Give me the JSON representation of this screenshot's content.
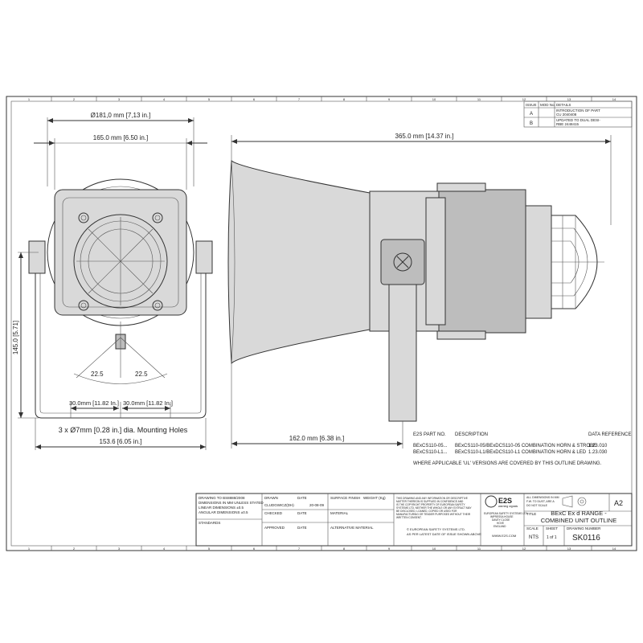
{
  "dimensions": {
    "flange_dia": "Ø181,0 mm [7,13 in.]",
    "body_width": "165.0 mm [6.50 in.]",
    "total_length": "365.0 mm [14.37 in.]",
    "height": "145.0 [5.71]",
    "angle_left": "22.5",
    "angle_right": "22.5",
    "hole_spacing_left": "30.0mm [11.82 In.]",
    "hole_spacing_right": "30.0mm [11.82 In.]",
    "mounting_holes": "3 x Ø7mm [0.28 in.] dia. Mounting Holes",
    "bracket_width": "153.6 [6.05 in.]",
    "bracket_offset": "162.0 mm [6.38 in.]"
  },
  "grid_numbers": [
    "1",
    "2",
    "3",
    "4",
    "5",
    "6",
    "7",
    "8",
    "9",
    "10",
    "11",
    "12",
    "13",
    "14"
  ],
  "revisions": {
    "headers": [
      "ISSUE",
      "MOD No.",
      "DETAILS"
    ],
    "rows": [
      {
        "issue": "A",
        "mod": "",
        "details_1": "INTRODUCTION OF PART",
        "details_2": "CU 2040408"
      },
      {
        "issue": "B",
        "mod": "",
        "details_1": "UPDATED TO DUAL DESI-",
        "details_2": "RBE 2448415"
      }
    ]
  },
  "parts_table": {
    "headers": [
      "E2S PART NO.",
      "DESCRIPTION",
      "DATA REFERENCE"
    ],
    "rows": [
      {
        "part": "BExCS110-05...",
        "desc": "BExCS110-05/BExDCS110-05 COMBINATION HORN & STROBE",
        "ref": "1.23.010"
      },
      {
        "part": "BExCS110-L1...",
        "desc": "BExCS110-L1/BExDCS110-L1 COMBINATION HORN & LED",
        "ref": "1.23.030"
      }
    ],
    "note": "WHERE APPLICABLE 'UL' VERSIONS ARE COVERED BY THIS OUTLINE DRAWING."
  },
  "title_block": {
    "general_notes": [
      "DRAWING TO BS8888/2008",
      "DIMENSIONS IN MM UNLESS STATED",
      "LINEAR DIMENSIONS ±0.5",
      "ANGULAR DIMENSIONS ±0.5"
    ],
    "standards": "STANDARDS",
    "drawn_label": "DRAWN",
    "drawn_by": "CLUDGWICZ(DH)",
    "date_label": "DATE",
    "drawn_date": "20-08-09",
    "checked_label": "CHECKED",
    "approved_label": "APPROVED",
    "surface_finish": "SURFACE FINISH",
    "weight": "WEIGHT (Kg)",
    "material": "MATERIAL",
    "alternative_material": "ALTERNATIVE MATERIAL",
    "copyright_lines": [
      "THIS DRAWING AND ANY INFORMATION OR DESCRIPTIVE",
      "MATTER THEREON IS SUPPLIED IN CONFIDENCE AND",
      "IS THE COPYRIGHT PROPERTY OF EUROPEAN SAFETY",
      "SYSTEMS LTD. NEITHER THE WHOLE OR ANY EXTRACT MAY",
      "BE DISCLOSED, LOANED, COPIED OR USED FOR",
      "MANUFACTURING OR TENDER PURPOSES WITHOUT THEIR",
      "WRITTEN CONSENT."
    ],
    "company_lines": [
      "© EUROPEAN SAFETY SYSTEMS LTD.",
      "AS PER LATEST DATE OF ISSUE SHOWN ABOVE"
    ],
    "brand": "E2S",
    "brand_tag": "warning signals",
    "address_lines": [
      "EUROPEAN SAFETY SYSTEMS LTD.",
      "IMPRESSA HOUSE",
      "DAVEY CLOSE",
      "HOVE",
      "ENGLAND"
    ],
    "website": "WWW.E2S.COM",
    "tolerance_notes": [
      "ALL DIMENSIONS IN MM",
      "F.W. TO DUST, ARE A",
      "DO NOT SCALE"
    ],
    "paper_size": "A2",
    "title_label": "TITLE",
    "title_1": "BExC Ex d RANGE -",
    "title_2": "COMBINED UNIT OUTLINE",
    "scale_label": "SCALE",
    "scale": "NTS",
    "sheet_label": "SHEET",
    "sheet": "1  of  1",
    "drawing_number_label": "DRAWING NUMBER",
    "drawing_number": "SK0116"
  }
}
